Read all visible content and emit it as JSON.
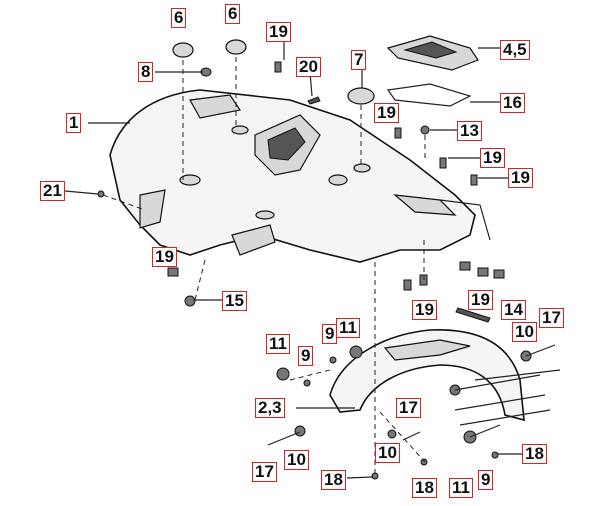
{
  "callouts": {
    "c6a": "6",
    "c6b": "6",
    "c19a": "19",
    "c7": "7",
    "c45": "4,5",
    "c8": "8",
    "c20": "20",
    "c16": "16",
    "c1": "1",
    "c19b": "19",
    "c13": "13",
    "c19c": "19",
    "c19d": "19",
    "c21": "21",
    "c19e": "19",
    "c15": "15",
    "c19f": "19",
    "c14": "14",
    "c19g": "19",
    "c17a": "17",
    "c11a": "11",
    "c9a": "9",
    "c11b": "11",
    "c10a": "10",
    "c9b": "9",
    "c23": "2,3",
    "c17b": "17",
    "c17c": "17",
    "c10b": "10",
    "c10c": "10",
    "c18a": "18",
    "c18b": "18",
    "c11c": "11",
    "c9c": "9",
    "c18c": "18"
  }
}
